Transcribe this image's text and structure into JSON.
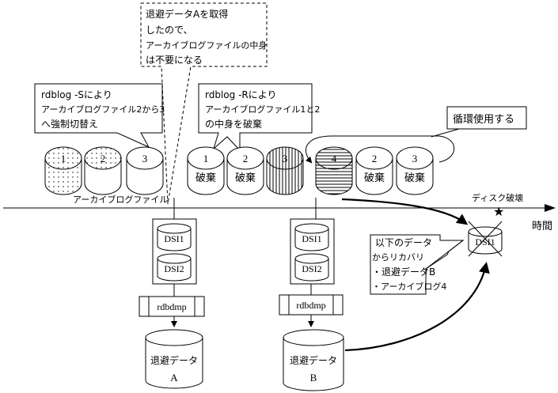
{
  "callouts": {
    "dump_a_note": [
      "退避データAを取得",
      "したので、",
      "アーカイブログファイルの中身",
      "は不要になる"
    ],
    "switch_note": [
      "rdblog -Sにより",
      "アーカイブログファイル2から3",
      "へ強制切替え"
    ],
    "discard_note": [
      "rdblog -Rにより",
      "アーカイブログファイル1と2",
      "の中身を破棄"
    ],
    "cyclic_note": "循環使用する",
    "recovery_note": [
      "以下のデータ",
      "からリカバリ",
      "・退避データB",
      "・アーカイブログ4"
    ]
  },
  "archive_logs_group1": [
    {
      "number": "1",
      "pattern": "dotted",
      "status": ""
    },
    {
      "number": "2",
      "pattern": "dotted-top",
      "status": ""
    },
    {
      "number": "3",
      "pattern": "plain",
      "status": ""
    }
  ],
  "archive_logs_group2": [
    {
      "number": "1",
      "pattern": "plain",
      "status": "破棄"
    },
    {
      "number": "2",
      "pattern": "plain",
      "status": "破棄"
    },
    {
      "number": "3",
      "pattern": "vertical-stripes",
      "status": ""
    },
    {
      "number": "4",
      "pattern": "horizontal-stripes",
      "status": ""
    },
    {
      "number": "2",
      "pattern": "plain",
      "status": "破棄"
    },
    {
      "number": "3",
      "pattern": "plain",
      "status": "破棄"
    }
  ],
  "labels": {
    "archive_log_files": "アーカイブログファイル",
    "disk_failure": "ディスク破壊",
    "time_axis": "時間"
  },
  "dump_points": [
    {
      "dsi": [
        "DSI1",
        "DSI2"
      ],
      "command": "rdbdmp",
      "output": [
        "退避データ",
        "A"
      ]
    },
    {
      "dsi": [
        "DSI1",
        "DSI2"
      ],
      "command": "rdbdmp",
      "output": [
        "退避データ",
        "B"
      ]
    }
  ],
  "failed_dsi": "DSI1"
}
